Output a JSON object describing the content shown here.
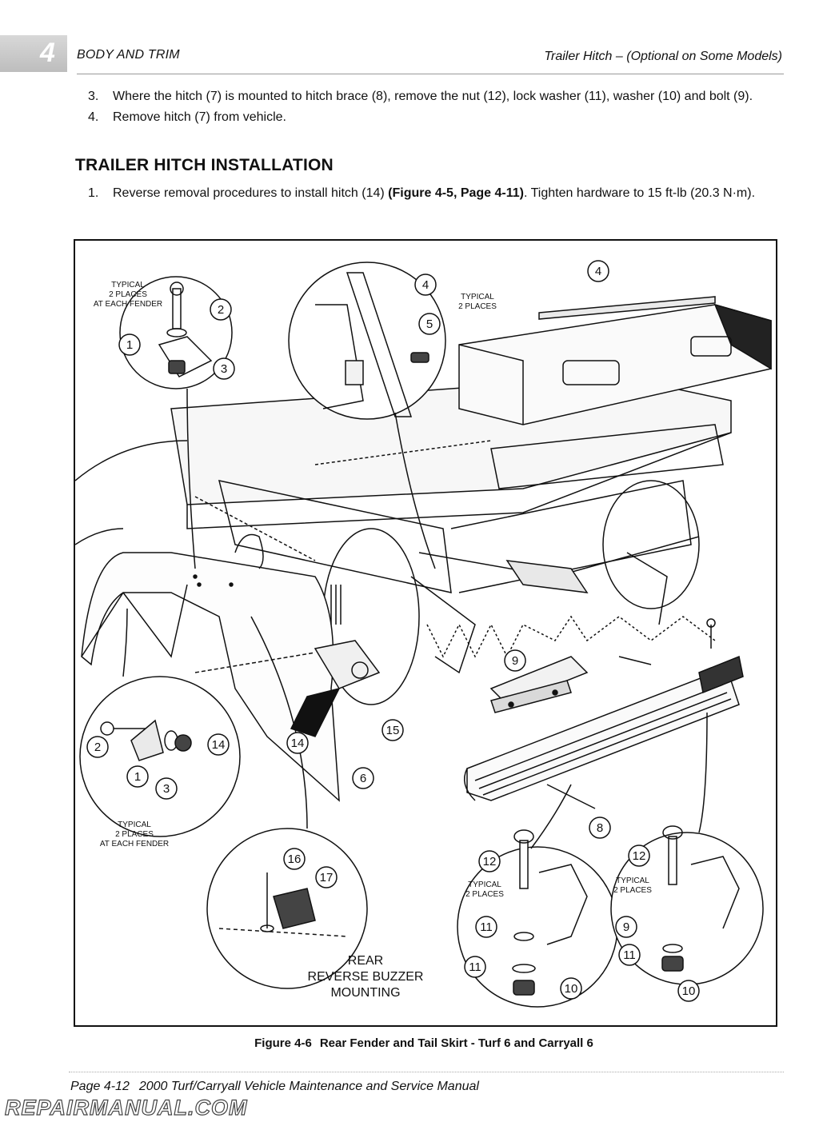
{
  "header": {
    "chapter_number": "4",
    "section": "BODY AND TRIM",
    "topic": "Trailer Hitch – (Optional on Some Models)"
  },
  "steps_removal": [
    {
      "num": "3.",
      "text": "Where the hitch (7) is mounted to hitch brace (8), remove the nut (12), lock washer (11), washer (10) and bolt (9)."
    },
    {
      "num": "4.",
      "text": "Remove hitch (7) from vehicle."
    }
  ],
  "installation": {
    "heading": "TRAILER HITCH INSTALLATION",
    "step1_num": "1.",
    "step1_text_a": "Reverse removal procedures to install hitch (14) ",
    "step1_ref": "(Figure 4-5, Page 4-11)",
    "step1_text_b": ". Tighten hardware to 15 ft-lb (20.3 N·m)."
  },
  "figure": {
    "labels": {
      "typical_fender_top": [
        "TYPICAL",
        "2 PLACES",
        "AT EACH FENDER"
      ],
      "typical_mid": [
        "TYPICAL",
        "2 PLACES"
      ],
      "typical_fender_bottom": [
        "TYPICAL",
        "2 PLACES",
        "AT EACH FENDER"
      ],
      "typical_bolt_left": [
        "TYPICAL",
        "2 PLACES"
      ],
      "typical_bolt_right": [
        "TYPICAL",
        "2 PLACES"
      ],
      "buzzer": [
        "REAR",
        "REVERSE BUZZER",
        "MOUNTING"
      ]
    },
    "callouts": {
      "c1a": "1",
      "c2a": "2",
      "c3a": "3",
      "c4a": "4",
      "c5": "5",
      "c4b": "4",
      "c2b": "2",
      "c14a": "14",
      "c1b": "1",
      "c3b": "3",
      "c14b": "14",
      "c15": "15",
      "c6": "6",
      "c9a": "9",
      "c8": "8",
      "c16": "16",
      "c17": "17",
      "c12a": "12",
      "c11a": "11",
      "c11b": "11",
      "c10a": "10",
      "c12b": "12",
      "c9b": "9",
      "c11c": "11",
      "c10b": "10"
    },
    "caption_number": "Figure 4-6",
    "caption_title": "Rear Fender and Tail Skirt - Turf 6 and Carryall 6"
  },
  "footer": {
    "page": "Page 4-12",
    "manual_title": "2000 Turf/Carryall Vehicle Maintenance and Service Manual"
  },
  "watermark": "REPAIRMANUAL.COM"
}
